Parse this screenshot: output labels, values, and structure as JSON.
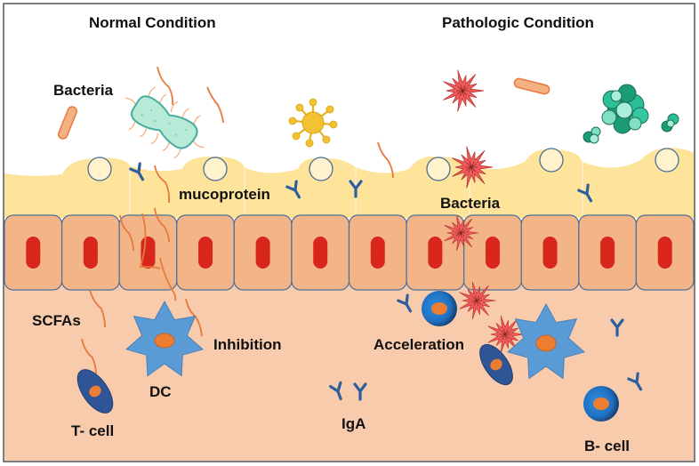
{
  "titles": {
    "normal": "Normal Condition",
    "pathologic": "Pathologic Condition"
  },
  "labels": {
    "bacteria_normal": "Bacteria",
    "mucoprotein": "mucoprotein",
    "bacteria_pathologic": "Bacteria",
    "scfas": "SCFAs",
    "inhibition": "Inhibition",
    "dc": "DC",
    "t_cell": "T- cell",
    "iga": "IgA",
    "acceleration": "Acceleration",
    "b_cell": "B- cell"
  },
  "colors": {
    "mucus": "#fde49a",
    "epithelium": "#f3b488",
    "epithelium_border": "#4a6f96",
    "nucleus": "#d9261c",
    "lamina": "#f8cbad",
    "scfa": "#e8793a",
    "dc": "#5b9bd5",
    "tcell": "#2f5597",
    "bcell": "#1f70c1",
    "cell_nucleus": "#ed7d31",
    "pathogen": "#f05a5a",
    "antibody": "#2e5f9c"
  },
  "epithelial_cell_count": 12
}
